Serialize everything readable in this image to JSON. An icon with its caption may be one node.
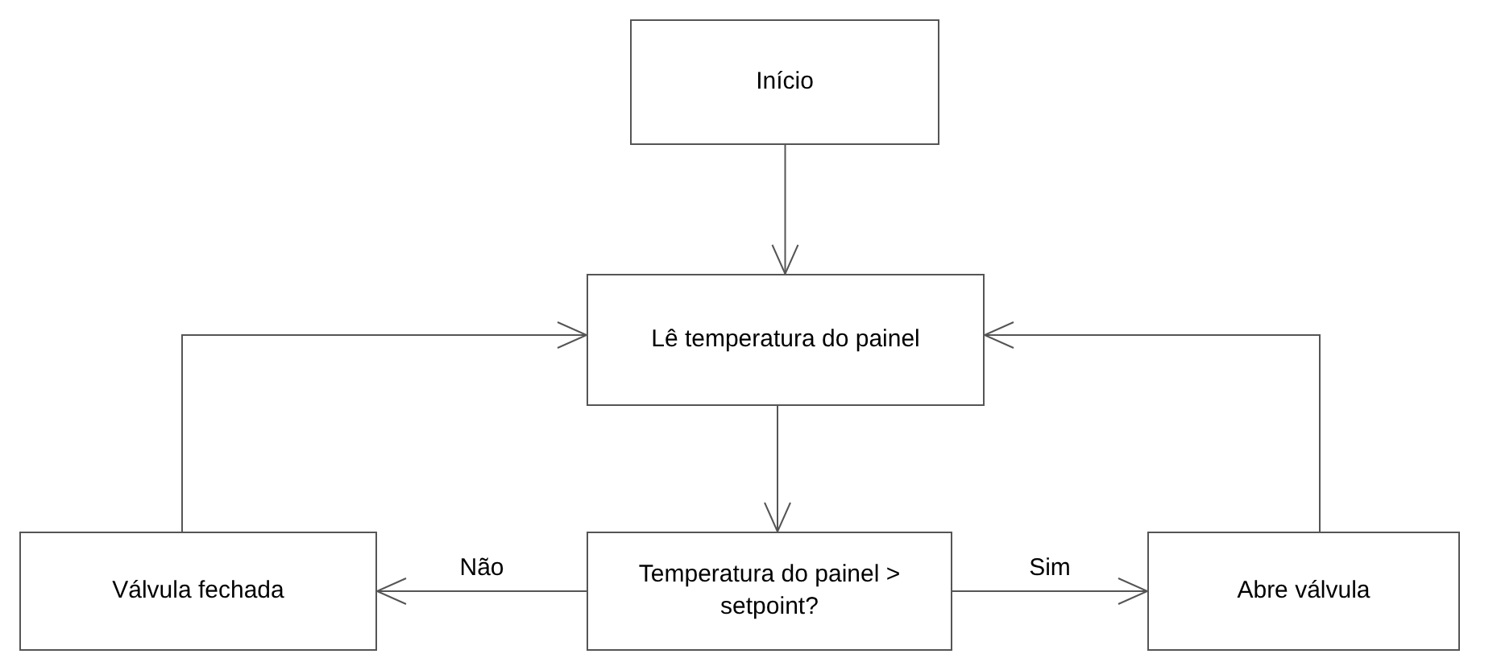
{
  "diagram": {
    "nodes": [
      {
        "text": [
          "Início"
        ]
      },
      {
        "text": [
          "Lê temperatura do painel"
        ]
      },
      {
        "text": [
          "Temperatura do painel > setpoint?"
        ]
      },
      {
        "text": [
          "Válvula fechada"
        ]
      },
      {
        "text": [
          "Abre válvula"
        ]
      }
    ],
    "edges": [
      {
        "from": 0,
        "to": 1,
        "arrow": "to"
      },
      {
        "from": 1,
        "to": 2,
        "arrow": "to"
      },
      {
        "from": 2,
        "to": 3,
        "arrow": "to",
        "label": "Não"
      },
      {
        "from": 2,
        "to": 4,
        "arrow": "to",
        "label": "Sim"
      },
      {
        "from": 3,
        "to": 1,
        "arrow": "to"
      },
      {
        "from": 4,
        "to": 1,
        "arrow": "to"
      }
    ]
  }
}
